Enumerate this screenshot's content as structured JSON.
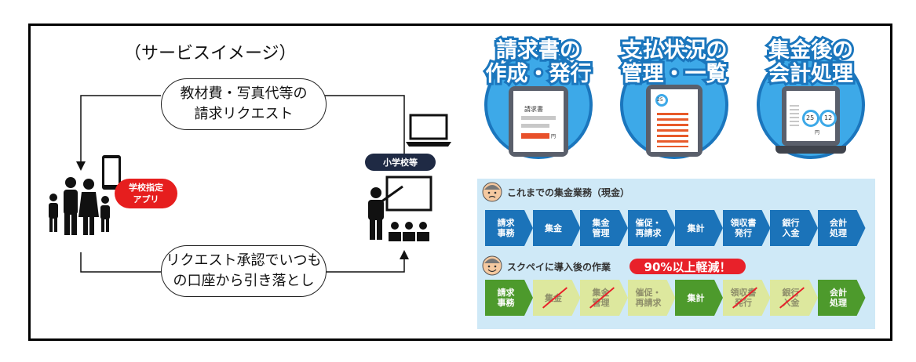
{
  "left": {
    "title": "（サービスイメージ）",
    "top_bubble": "教材費・写真代等の\n請求リクエスト",
    "bottom_bubble": "リクエスト承認でいつも\nの口座から引き落とし",
    "app_badge": "学校指定\nアプリ",
    "school_badge": "小学校等"
  },
  "features": [
    {
      "label": "請求書の\n作成・発行",
      "icon": "invoice-tablet-icon",
      "doc_title": "請求書",
      "amount": "円"
    },
    {
      "label": "支払状況の\n管理・一覧",
      "icon": "status-list-tablet-icon",
      "ring": "25"
    },
    {
      "label": "集金後の\n会計処理",
      "icon": "accounting-laptop-icon",
      "ring1": "25",
      "ring2": "12",
      "unit": "円"
    }
  ],
  "flow": {
    "before_title": "これまでの集金業務（現金）",
    "after_title": "スクペイに導入後の作業",
    "reduction": "90%以上軽減！",
    "before_steps": [
      "請求\n事務",
      "集金",
      "集金\n管理",
      "催促・\n再請求",
      "集計",
      "領収書\n発行",
      "銀行\n入金",
      "会計\n処理"
    ],
    "after_steps": [
      "請求\n事務",
      "集金",
      "集金\n管理",
      "催促・\n再請求",
      "集計",
      "領収書\n発行",
      "銀行\n入金",
      "会計\n処理"
    ],
    "after_active": [
      true,
      false,
      false,
      false,
      true,
      false,
      false,
      true
    ],
    "after_crossed": [
      false,
      true,
      true,
      false,
      false,
      true,
      true,
      false
    ]
  },
  "colors": {
    "circle": "#3da9e8",
    "circle_border": "#1b76bd",
    "before_step": "#1b73b9",
    "after_active": "#4d9a2c",
    "after_inactive": "#dde89e",
    "reduction": "#e8212a"
  }
}
